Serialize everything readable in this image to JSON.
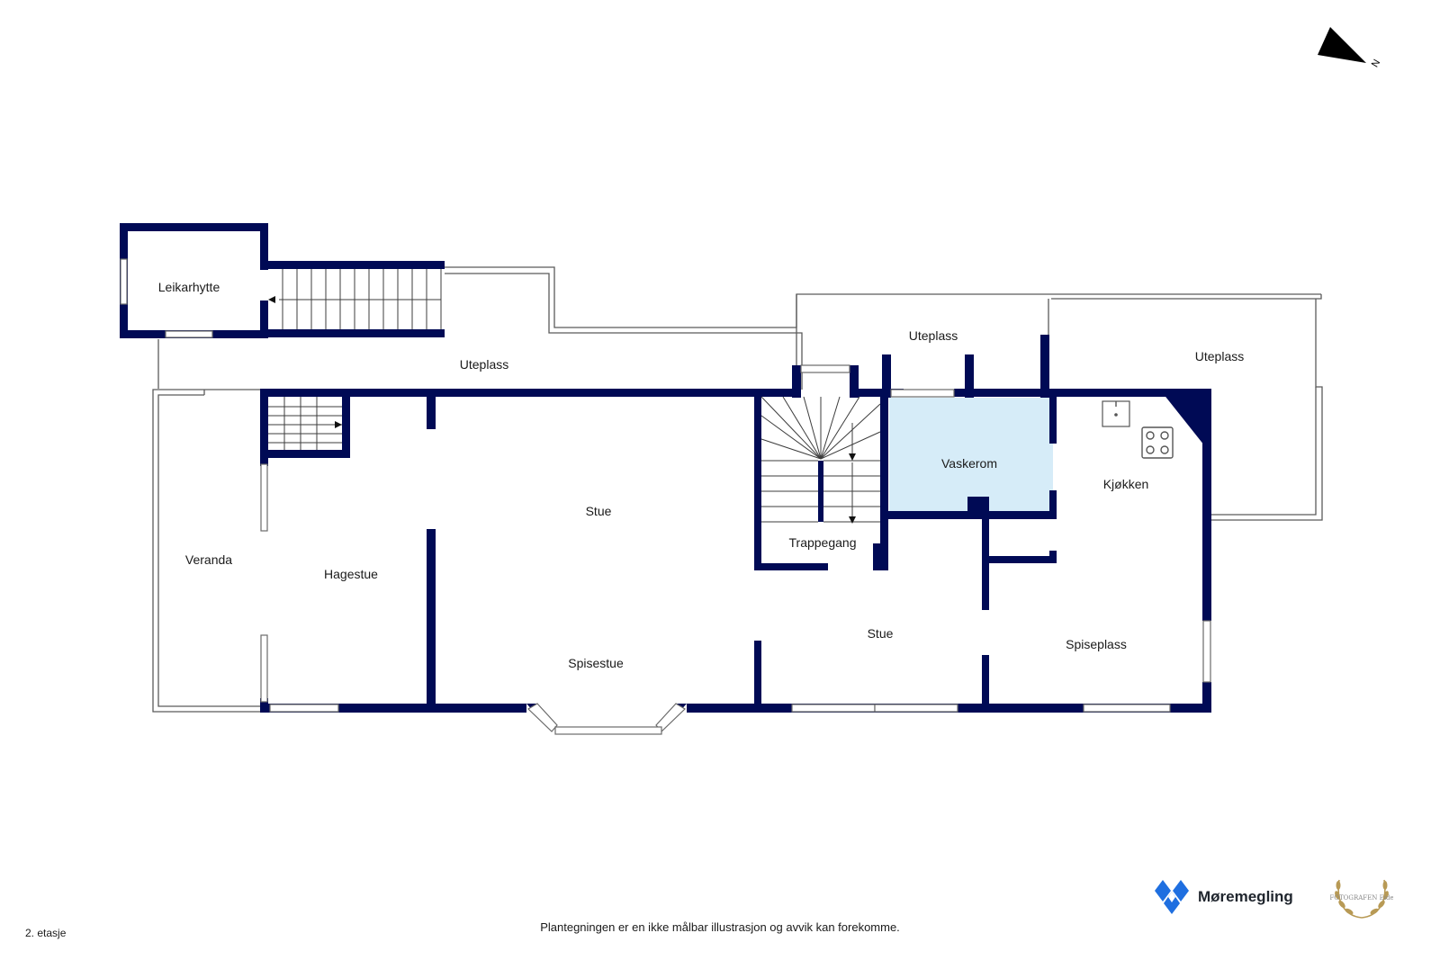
{
  "rooms": {
    "leikarhytte": "Leikarhytte",
    "uteplass_main": "Uteplass",
    "uteplass_center": "Uteplass",
    "uteplass_right": "Uteplass",
    "veranda": "Veranda",
    "hagestue": "Hagestue",
    "stue_main": "Stue",
    "spisestue": "Spisestue",
    "trappegang": "Trappegang",
    "vaskerom": "Vaskerom",
    "kjokken": "Kjøkken",
    "stue_small": "Stue",
    "spiseplass": "Spiseplass"
  },
  "compass": {
    "letter": "N"
  },
  "footer": {
    "disclaimer": "Plantegningen er en ikke målbar illustrasjon og avvik kan forekomme.",
    "floor": "2. etasje",
    "brand": "Møremegling"
  },
  "photographer_logo": {
    "text": "FOTOGRAFEN Eide"
  },
  "colors": {
    "wall": "#000a55",
    "highlight_room": "#d6ecf8",
    "brand_blue": "#1f6fe0"
  },
  "icons": {
    "compass": "north-arrow-icon",
    "sink": "sink-icon",
    "stove": "stove-icon",
    "brand": "moremegling-logo-icon",
    "laurel": "laurel-wreath-icon"
  }
}
